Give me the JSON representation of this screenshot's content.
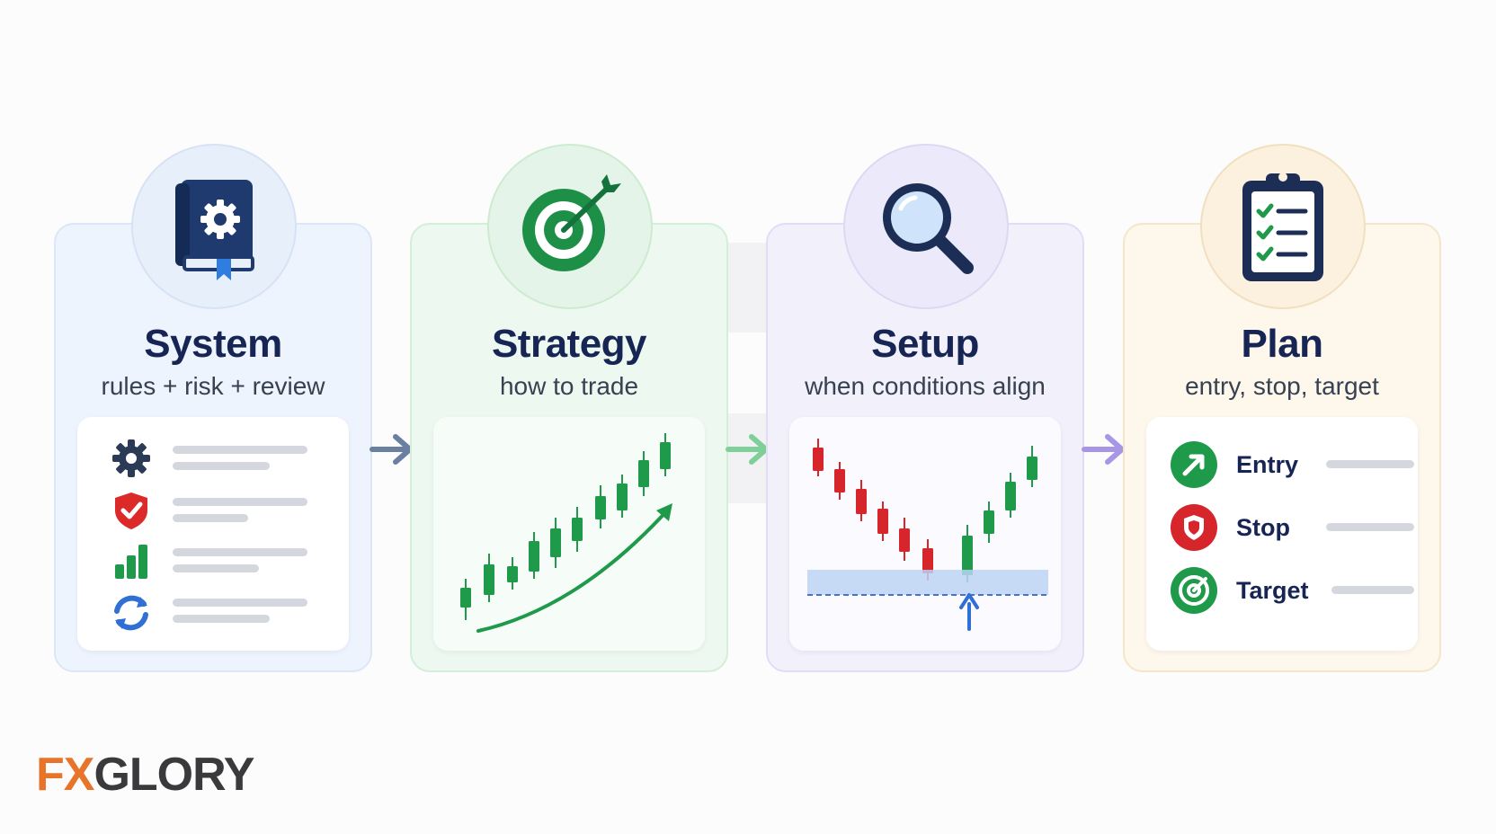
{
  "steps": [
    {
      "title": "System",
      "subtitle": "rules + risk + review"
    },
    {
      "title": "Strategy",
      "subtitle": "how to trade"
    },
    {
      "title": "Setup",
      "subtitle": "when conditions align"
    },
    {
      "title": "Plan",
      "subtitle": "entry, stop, target"
    }
  ],
  "system_items": [
    "gear-icon",
    "shield-check-icon",
    "bar-chart-icon",
    "refresh-icon"
  ],
  "plan_items": [
    {
      "label": "Entry",
      "icon": "arrow-up-right-icon",
      "color": "#1e9a4a"
    },
    {
      "label": "Stop",
      "icon": "shield-icon",
      "color": "#d7262b"
    },
    {
      "label": "Target",
      "icon": "target-icon",
      "color": "#1e9a4a"
    }
  ],
  "colors": {
    "navy": "#172554",
    "green": "#1e9a4a",
    "red": "#d7262b",
    "blue_step": "#6b7fa0",
    "green_step": "#7fcf98",
    "purple_step": "#a796e6"
  },
  "logo": {
    "text_a": "FX",
    "text_b": "GLORY"
  }
}
